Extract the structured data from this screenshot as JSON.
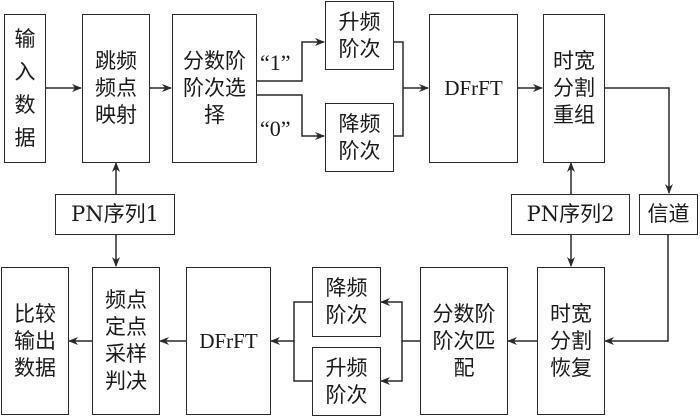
{
  "top_row": {
    "input_data": "输入数据",
    "fh_mapping": "跳频频点映射",
    "order_select": "分数阶阶次选择",
    "up_order": "升频阶次",
    "down_order": "降频阶次",
    "dfrft": "DFrFT",
    "tw_recombine": "时宽分割重组",
    "label_one": "“1”",
    "label_zero": "“0”"
  },
  "middle_row": {
    "pn1": "PN序列1",
    "pn2": "PN序列2",
    "channel": "信道"
  },
  "bottom_row": {
    "compare_output": "比较输出数据",
    "decision": "频点定点采样判决",
    "dfrft": "DFrFT",
    "down_order": "降频阶次",
    "up_order": "升频阶次",
    "order_match": "分数阶阶次匹配",
    "tw_recover": "时宽分割恢复"
  },
  "colors": {
    "line": "#2a2a2a",
    "background": "#ffffff"
  }
}
